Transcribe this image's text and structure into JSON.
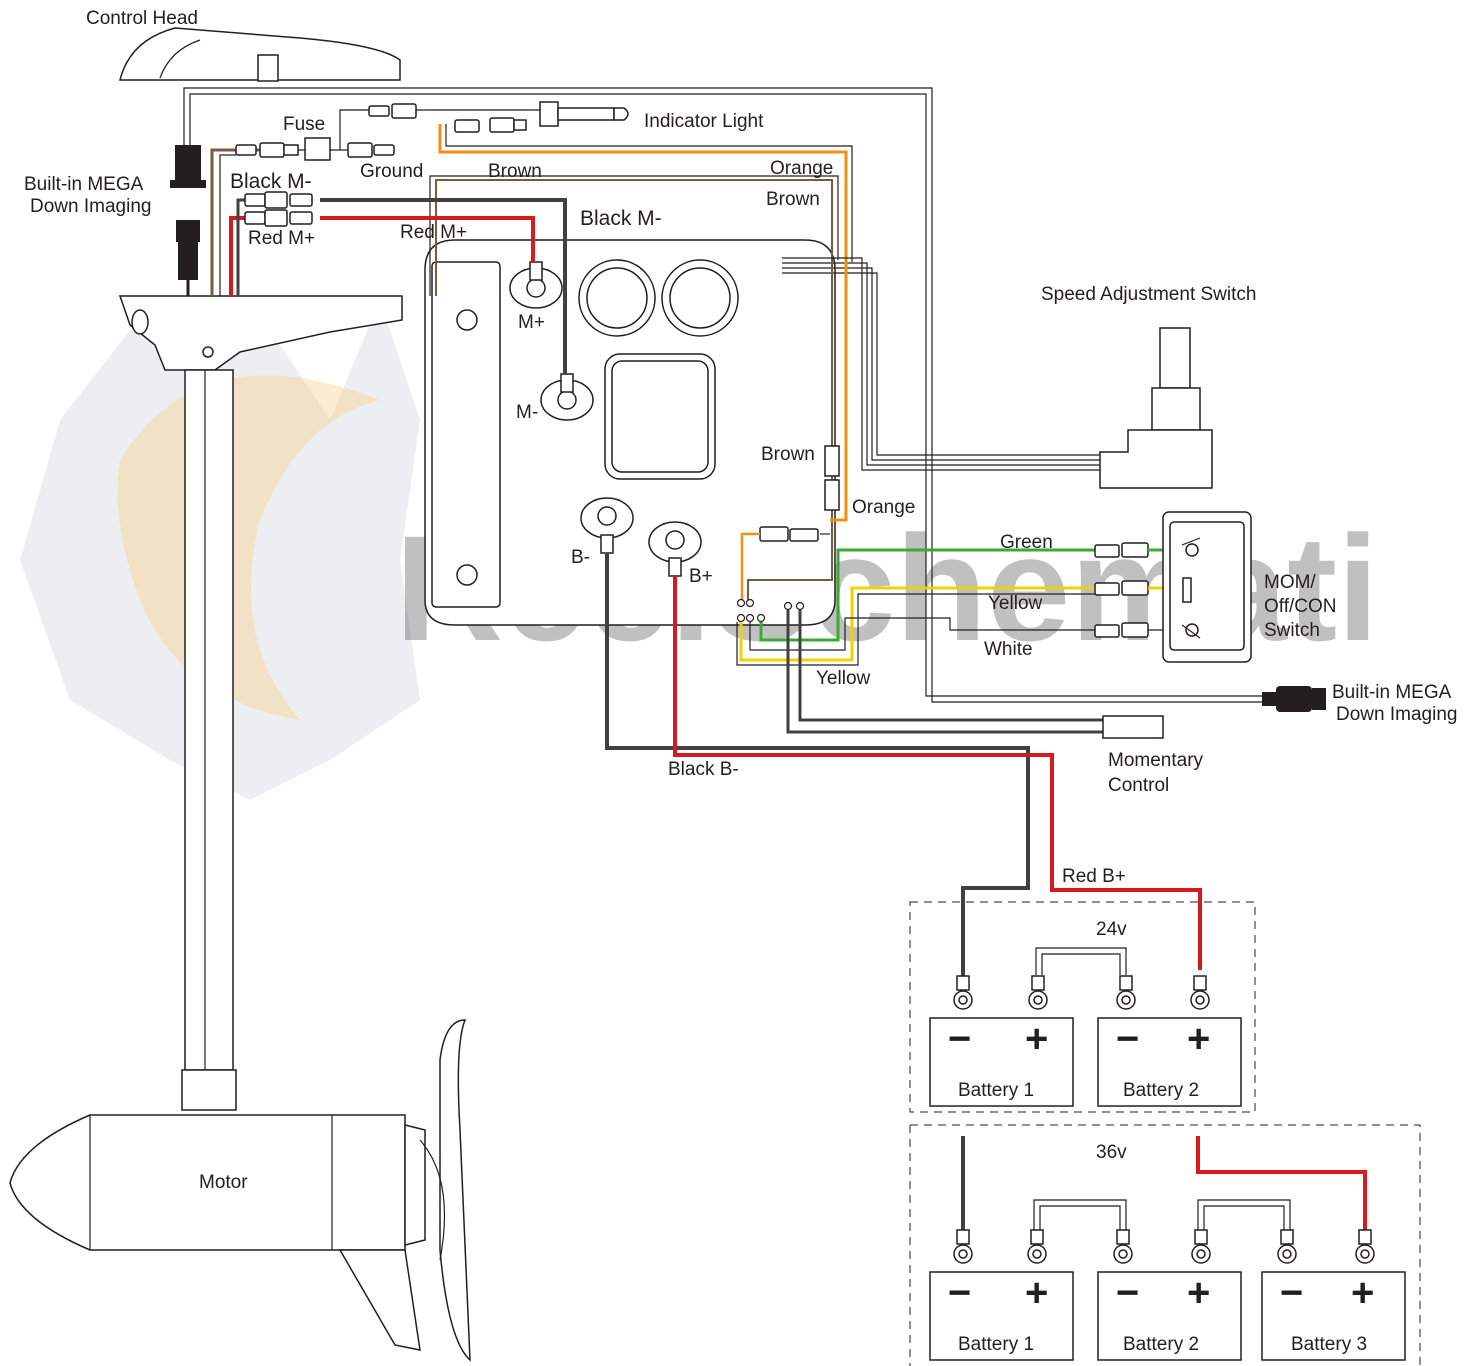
{
  "watermark": {
    "text": "ReelSchemati"
  },
  "labels": {
    "control_head": "Control Head",
    "mega_top_1": "Built-in MEGA",
    "mega_top_2": "Down Imaging",
    "fuse": "Fuse",
    "ground": "Ground",
    "indicator_light": "Indicator Light",
    "brown_top": "Brown",
    "orange_top": "Orange",
    "brown_right": "Brown",
    "black_m_minus_left": "Black M-",
    "red_m_plus_left": "Red M+",
    "red_m_plus_mid": "Red M+",
    "black_m_minus_mid": "Black M-",
    "m_plus": "M+",
    "m_minus": "M-",
    "b_minus": "B-",
    "b_plus": "B+",
    "brown_mid": "Brown",
    "orange_mid": "Orange",
    "green": "Green",
    "yellow_right": "Yellow",
    "white": "White",
    "yellow_bottom": "Yellow",
    "speed_switch": "Speed Adjustment Switch",
    "mom_switch_1": "MOM/",
    "mom_switch_2": "Off/CON",
    "mom_switch_3": "Switch",
    "mega_right_1": "Built-in MEGA",
    "mega_right_2": "Down Imaging",
    "momentary_1": "Momentary",
    "momentary_2": "Control",
    "black_b_minus": "Black B-",
    "red_b_plus": "Red B+",
    "motor": "Motor",
    "v24": "24v",
    "v36": "36v"
  },
  "batteries_24v": [
    "Battery 1",
    "Battery 2"
  ],
  "batteries_36v": [
    "Battery 1",
    "Battery 2",
    "Battery 3"
  ],
  "terminal_signs": {
    "neg": "−",
    "pos": "+"
  },
  "colors": {
    "wire_red": "#d71920",
    "wire_black": "#404040",
    "wire_orange": "#f29111",
    "wire_brown": "#7b5a3c",
    "wire_green": "#3aaa35",
    "wire_yellow": "#f5d000",
    "watermark_orange": "#f7b23b",
    "watermark_gear": "#c5cbd6"
  }
}
